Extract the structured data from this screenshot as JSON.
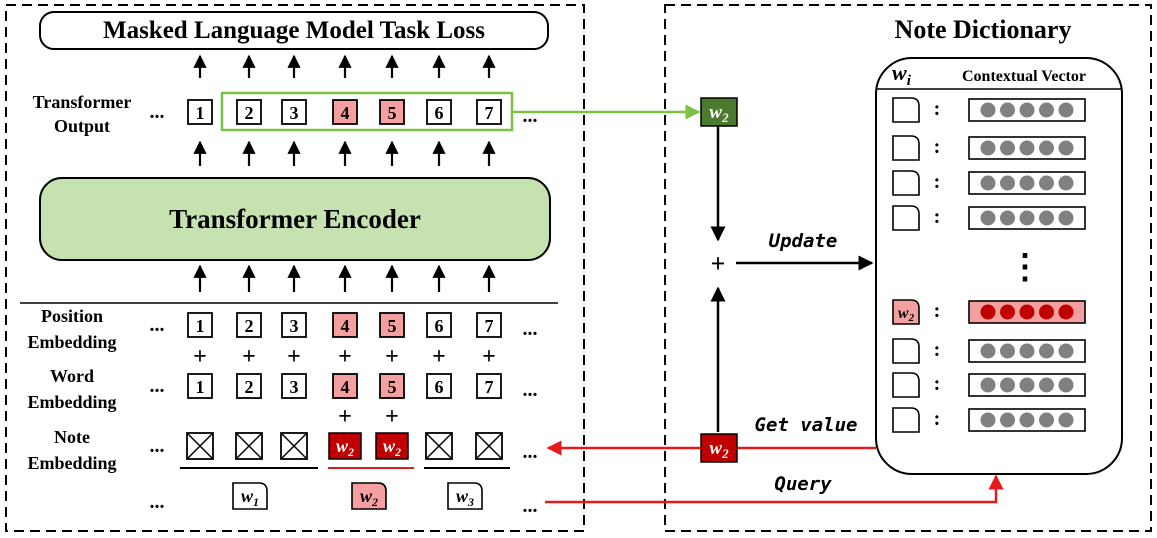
{
  "left_panel": {
    "loss_title": "Masked Language Model Task Loss",
    "output_label": [
      "Transformer",
      "Output"
    ],
    "encoder_label": "Transformer Encoder",
    "position_label": [
      "Position",
      "Embedding"
    ],
    "word_label": [
      "Word",
      "Embedding"
    ],
    "note_label": [
      "Note",
      "Embedding"
    ],
    "tokens": [
      "1",
      "2",
      "3",
      "4",
      "5",
      "6",
      "7"
    ],
    "masked_indices": [
      3,
      4
    ],
    "ellipsis": "...",
    "plus": "+",
    "note_token": "w",
    "note_sub": "2",
    "word_notes": [
      {
        "base": "w",
        "sub": "1"
      },
      {
        "base": "w",
        "sub": "2"
      },
      {
        "base": "w",
        "sub": "3"
      }
    ]
  },
  "right_panel": {
    "title": "Note Dictionary",
    "key_header_base": "w",
    "key_header_sub": "i",
    "value_header": "Contextual Vector",
    "highlight_key": {
      "base": "w",
      "sub": "2"
    },
    "colon": ":",
    "vdots": "⋮"
  },
  "flow": {
    "update_label": "Update",
    "get_value_label": "Get value",
    "query_label": "Query",
    "plus": "+",
    "node_top": {
      "base": "w",
      "sub": "2"
    },
    "node_bottom": {
      "base": "w",
      "sub": "2"
    }
  },
  "colors": {
    "green": "#7dc043",
    "green_fill": "#c7e2b1",
    "green_node": "#4c7a2e",
    "red": "#e41a1c",
    "red_dark": "#c00000",
    "pink": "#f4a0a0",
    "gray_dot": "#808080"
  }
}
